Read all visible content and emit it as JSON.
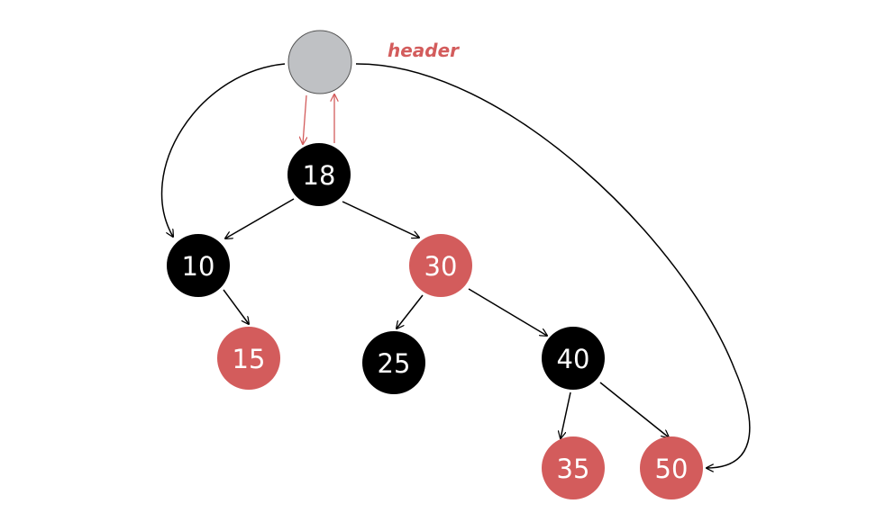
{
  "header": {
    "label": "header"
  },
  "nodes": [
    {
      "id": "18",
      "label": "18",
      "color": "black"
    },
    {
      "id": "10",
      "label": "10",
      "color": "black"
    },
    {
      "id": "30",
      "label": "30",
      "color": "red"
    },
    {
      "id": "15",
      "label": "15",
      "color": "red"
    },
    {
      "id": "25",
      "label": "25",
      "color": "black"
    },
    {
      "id": "40",
      "label": "40",
      "color": "black"
    },
    {
      "id": "35",
      "label": "35",
      "color": "red"
    },
    {
      "id": "50",
      "label": "50",
      "color": "red"
    }
  ],
  "edges": [
    {
      "from": "18",
      "to": "10"
    },
    {
      "from": "18",
      "to": "30"
    },
    {
      "from": "10",
      "to": "15"
    },
    {
      "from": "30",
      "to": "25"
    },
    {
      "from": "30",
      "to": "40"
    },
    {
      "from": "40",
      "to": "35"
    },
    {
      "from": "40",
      "to": "50"
    }
  ],
  "header_links": [
    {
      "to": "18",
      "kind": "root"
    },
    {
      "to": "10",
      "kind": "leftmost"
    },
    {
      "to": "50",
      "kind": "rightmost"
    }
  ],
  "colors": {
    "black_node": "#000000",
    "red_node": "#d35c5c",
    "header_node": "#bfc1c4",
    "header_text": "#d35c5c",
    "root_link": "#d35c5c",
    "edge": "#000000"
  }
}
